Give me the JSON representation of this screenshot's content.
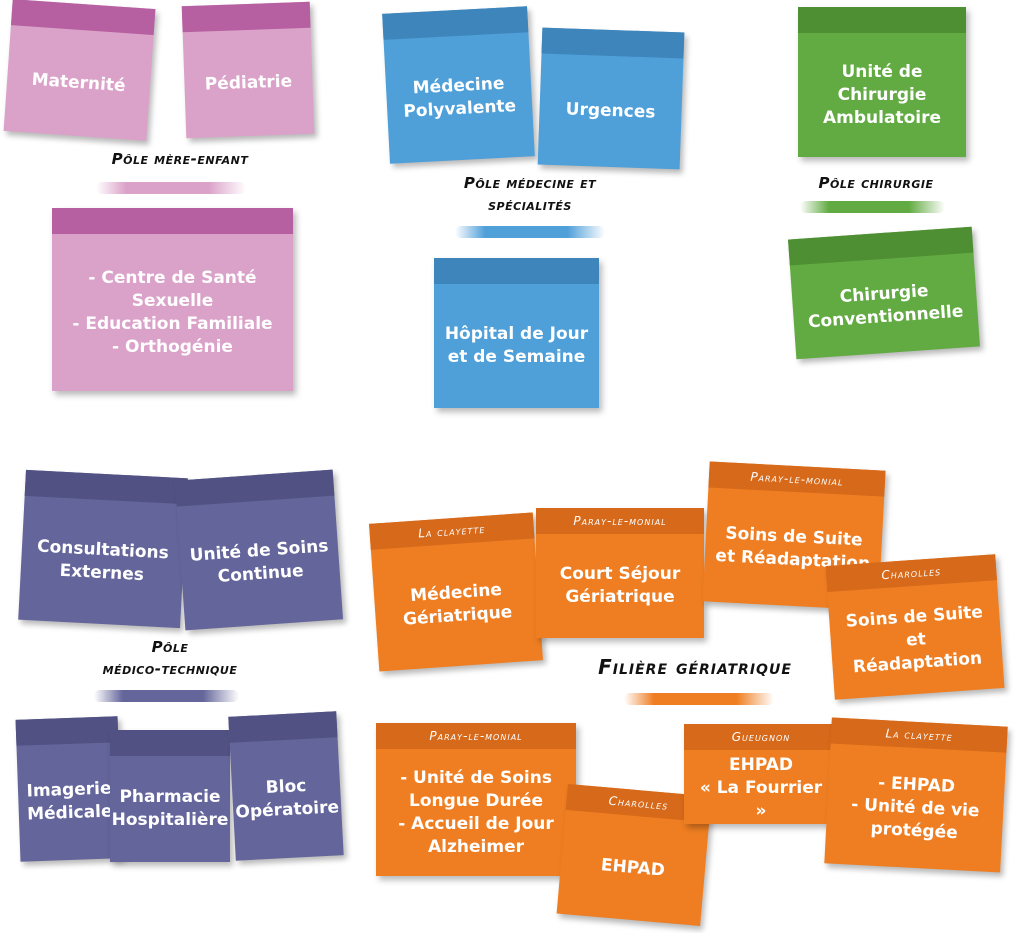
{
  "colors": {
    "pink": "#dba2c9",
    "blue": "#4f9fd9",
    "green": "#62ab42",
    "purple": "#64659a",
    "orange": "#ef7e22"
  },
  "poles": {
    "mere_enfant": "Pôle mère-enfant",
    "medecine_line1": "Pôle médecine et",
    "medecine_line2": "spécialités",
    "chirurgie": "Pôle chirurgie",
    "medico_line1": "Pôle",
    "medico_line2": "médico-technique",
    "geriatrique": "Filière gériatrique"
  },
  "notes": {
    "maternite": {
      "lines": [
        "Maternité"
      ]
    },
    "pediatrie": {
      "lines": [
        "Pédiatrie"
      ]
    },
    "centre_sante": {
      "lines": [
        "- Centre de Santé",
        "Sexuelle",
        "- Education Familiale",
        "- Orthogénie"
      ]
    },
    "medecine_polyvalente": {
      "lines": [
        "Médecine",
        "Polyvalente"
      ]
    },
    "urgences": {
      "lines": [
        "Urgences"
      ]
    },
    "hopital_jour": {
      "lines": [
        "Hôpital de Jour",
        "et de Semaine"
      ]
    },
    "ambulatoire": {
      "lines": [
        "Unité de",
        "Chirurgie",
        "Ambulatoire"
      ]
    },
    "conventionnelle": {
      "lines": [
        "Chirurgie",
        "Conventionnelle"
      ]
    },
    "consultations": {
      "lines": [
        "Consultations",
        "Externes"
      ]
    },
    "soins_continue": {
      "lines": [
        "Unité de Soins",
        "Continue"
      ]
    },
    "imagerie": {
      "lines": [
        "Imagerie",
        "Médicale"
      ]
    },
    "pharmacie": {
      "lines": [
        "Pharmacie",
        "Hospitalière"
      ]
    },
    "bloc": {
      "lines": [
        "Bloc",
        "Opératoire"
      ]
    },
    "med_geriatrique": {
      "location": "La clayette",
      "lines": [
        "Médecine",
        "Gériatrique"
      ]
    },
    "court_sejour": {
      "location": "Paray-le-monial",
      "lines": [
        "Court Séjour",
        "Gériatrique"
      ]
    },
    "ssr_paray": {
      "location": "Paray-le-monial",
      "lines": [
        "Soins de Suite",
        "et Réadaptation"
      ]
    },
    "ssr_charolles": {
      "location": "Charolles",
      "lines": [
        "Soins de Suite",
        "et Réadaptation"
      ]
    },
    "usld_paray": {
      "location": "Paray-le-monial",
      "lines": [
        "- Unité de Soins",
        "Longue Durée",
        "- Accueil de Jour",
        "Alzheimer"
      ]
    },
    "ehpad_charolles": {
      "location": "Charolles",
      "lines": [
        "EHPAD"
      ]
    },
    "ehpad_gueugnon": {
      "location": "Gueugnon",
      "lines": [
        "EHPAD",
        "« La Fourrier »"
      ]
    },
    "ehpad_clayette": {
      "location": "La clayette",
      "lines": [
        "- EHPAD",
        "- Unité de vie",
        "protégée"
      ]
    }
  }
}
